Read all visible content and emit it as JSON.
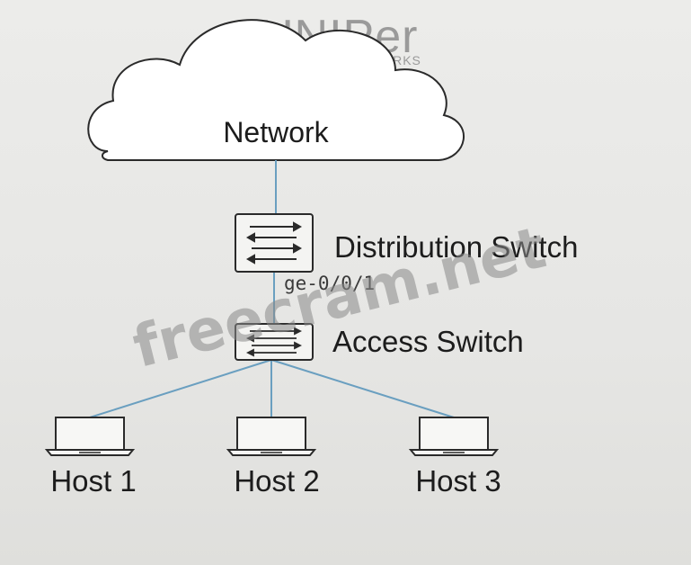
{
  "watermark_logo": {
    "brand": "JUNIPer",
    "sub": "NETWORKS"
  },
  "cloud": {
    "label": "Network"
  },
  "distribution_switch": {
    "label": "Distribution Switch"
  },
  "access_switch": {
    "label": "Access Switch"
  },
  "link": {
    "interface_label": "ge-0/0/1"
  },
  "hosts": [
    {
      "label": "Host 1"
    },
    {
      "label": "Host 2"
    },
    {
      "label": "Host 3"
    }
  ],
  "watermark_text": "freecram.net",
  "colors": {
    "link": "#6a9fc0",
    "outline": "#2a2a2a",
    "device_fill": "#f4f4f2"
  }
}
